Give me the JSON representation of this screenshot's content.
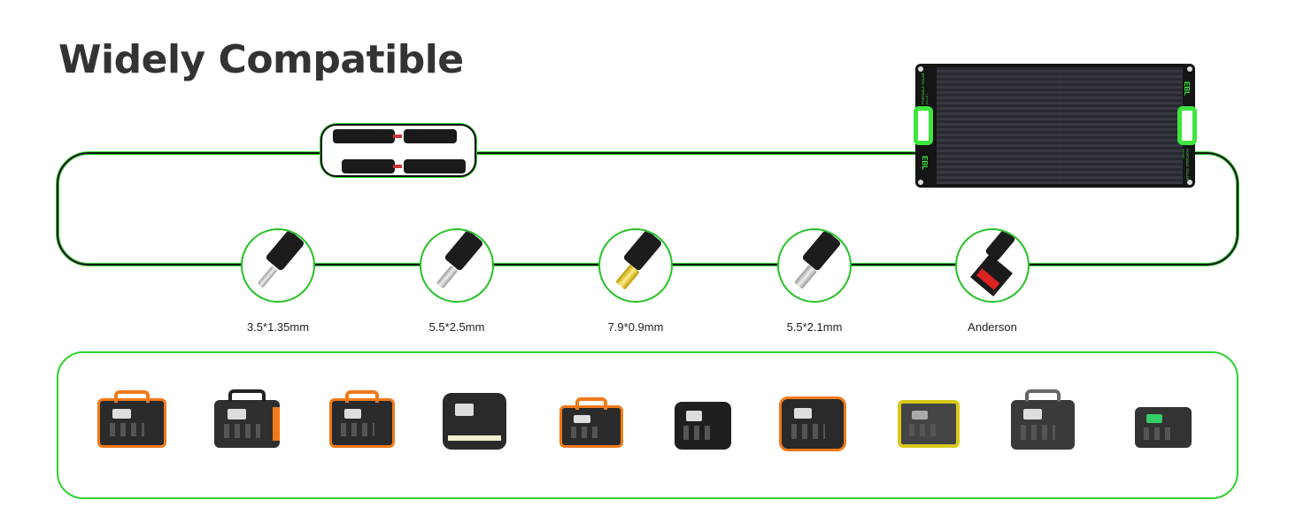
{
  "title": "Widely Compatible",
  "panel": {
    "brand": "EBL",
    "side_text": "PORTABLE SOLAR PANEL"
  },
  "connectors": [
    {
      "label": "3.5*1.35mm",
      "icon": "dc-plug-3.5x1.35-icon"
    },
    {
      "label": "5.5*2.5mm",
      "icon": "dc-plug-5.5x2.5-icon"
    },
    {
      "label": "7.9*0.9mm",
      "icon": "dc-plug-7.9x0.9-icon"
    },
    {
      "label": "5.5*2.1mm",
      "icon": "dc-plug-5.5x2.1-icon"
    },
    {
      "label": "Anderson",
      "icon": "anderson-plug-icon"
    }
  ],
  "colors": {
    "accent": "#2ed12e",
    "line": "#111111",
    "title": "#333333"
  }
}
